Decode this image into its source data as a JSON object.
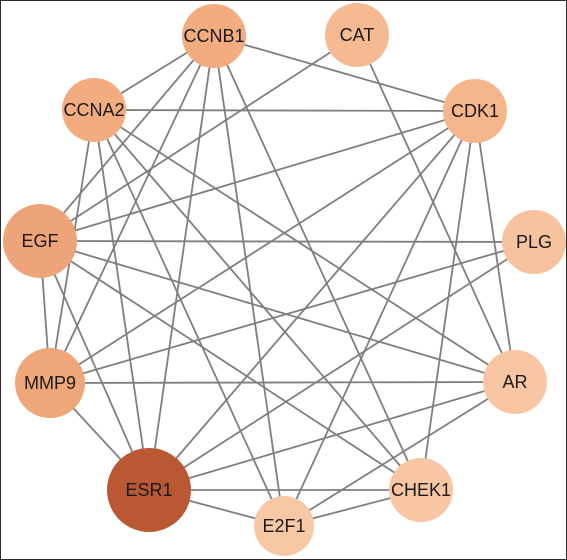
{
  "diagram": {
    "type": "network",
    "nodes": [
      {
        "id": "CCNB1",
        "label": "CCNB1",
        "color": "#f3ab80"
      },
      {
        "id": "CAT",
        "label": "CAT",
        "color": "#f6ba92"
      },
      {
        "id": "CCNA2",
        "label": "CCNA2",
        "color": "#f3ac80"
      },
      {
        "id": "CDK1",
        "label": "CDK1",
        "color": "#f5b68c"
      },
      {
        "id": "EGF",
        "label": "EGF",
        "color": "#eda479"
      },
      {
        "id": "PLG",
        "label": "PLG",
        "color": "#f7c39e"
      },
      {
        "id": "MMP9",
        "label": "MMP9",
        "color": "#efa679"
      },
      {
        "id": "AR",
        "label": "AR",
        "color": "#f8c6a2"
      },
      {
        "id": "ESR1",
        "label": "ESR1",
        "color": "#b95832"
      },
      {
        "id": "CHEK1",
        "label": "CHEK1",
        "color": "#f8c6a2"
      },
      {
        "id": "E2F1",
        "label": "E2F1",
        "color": "#f8c8a4"
      }
    ],
    "edges": [
      [
        "CCNB1",
        "CDK1"
      ],
      [
        "CCNB1",
        "EGF"
      ],
      [
        "CCNB1",
        "MMP9"
      ],
      [
        "CCNB1",
        "ESR1"
      ],
      [
        "CCNB1",
        "E2F1"
      ],
      [
        "CCNB1",
        "CHEK1"
      ],
      [
        "CCNB1",
        "CCNA2"
      ],
      [
        "CAT",
        "EGF"
      ],
      [
        "CAT",
        "AR"
      ],
      [
        "CCNA2",
        "CDK1"
      ],
      [
        "CCNA2",
        "ESR1"
      ],
      [
        "CCNA2",
        "AR"
      ],
      [
        "CCNA2",
        "CHEK1"
      ],
      [
        "CCNA2",
        "MMP9"
      ],
      [
        "CCNA2",
        "E2F1"
      ],
      [
        "CDK1",
        "EGF"
      ],
      [
        "CDK1",
        "ESR1"
      ],
      [
        "CDK1",
        "MMP9"
      ],
      [
        "CDK1",
        "CHEK1"
      ],
      [
        "CDK1",
        "AR"
      ],
      [
        "CDK1",
        "E2F1"
      ],
      [
        "EGF",
        "PLG"
      ],
      [
        "EGF",
        "MMP9"
      ],
      [
        "EGF",
        "ESR1"
      ],
      [
        "EGF",
        "AR"
      ],
      [
        "EGF",
        "CHEK1"
      ],
      [
        "PLG",
        "MMP9"
      ],
      [
        "PLG",
        "ESR1"
      ],
      [
        "MMP9",
        "AR"
      ],
      [
        "MMP9",
        "ESR1"
      ],
      [
        "AR",
        "ESR1"
      ],
      [
        "AR",
        "E2F1"
      ],
      [
        "ESR1",
        "CHEK1"
      ],
      [
        "ESR1",
        "E2F1"
      ],
      [
        "CHEK1",
        "E2F1"
      ]
    ]
  }
}
